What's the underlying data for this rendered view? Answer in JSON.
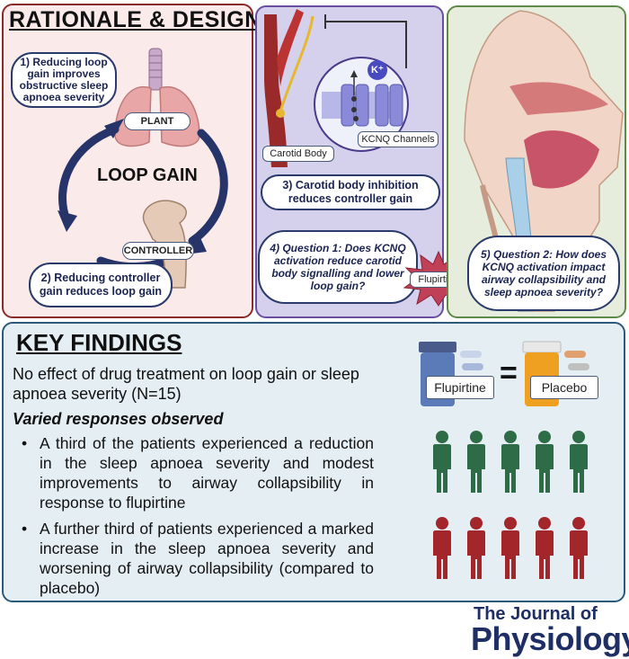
{
  "rationale": {
    "title": "RATIONALE & DESIGN",
    "bubble1": "1) Reducing loop gain improves obstructive sleep apnoea severity",
    "plant_label": "PLANT",
    "loop_gain_label": "LOOP GAIN",
    "controller_label": "CONTROLLER",
    "bubble2": "2) Reducing controller gain reduces loop gain"
  },
  "carotid": {
    "kplus_label": "K⁺",
    "kcnq_label": "KCNQ Channels",
    "carotid_body_label": "Carotid Body",
    "bubble3": "3) Carotid body inhibition reduces controller gain",
    "bubble4": "4) Question 1: Does KCNQ activation reduce carotid body signalling and lower loop gain?",
    "flupirtine_label": "Flupirtine"
  },
  "airway": {
    "bubble5": "5) Question 2: How does KCNQ activation impact airway collapsibility and sleep apnoea severity?"
  },
  "findings": {
    "title": "KEY FINDINGS",
    "summary": "No effect of drug treatment on loop gain or sleep apnoea severity (N=15)",
    "varied": "Varied responses observed",
    "bullet1": "A third of the patients experienced a reduction in the sleep apnoea severity and modest improvements to airway collapsibility in response to flupirtine",
    "bullet2": "A further third of patients experienced a marked increase in the sleep apnoea severity and worsening of airway collapsibility (compared to placebo)",
    "flupirtine_bottle": "Flupirtine",
    "equals": "=",
    "placebo_bottle": "Placebo",
    "bullet_char": "•"
  },
  "journal": {
    "line1": "The Journal of",
    "line2": "Physiology"
  },
  "colors": {
    "green_people": "#2e6b47",
    "red_people": "#a3262a",
    "navy": "#1f2f66"
  }
}
